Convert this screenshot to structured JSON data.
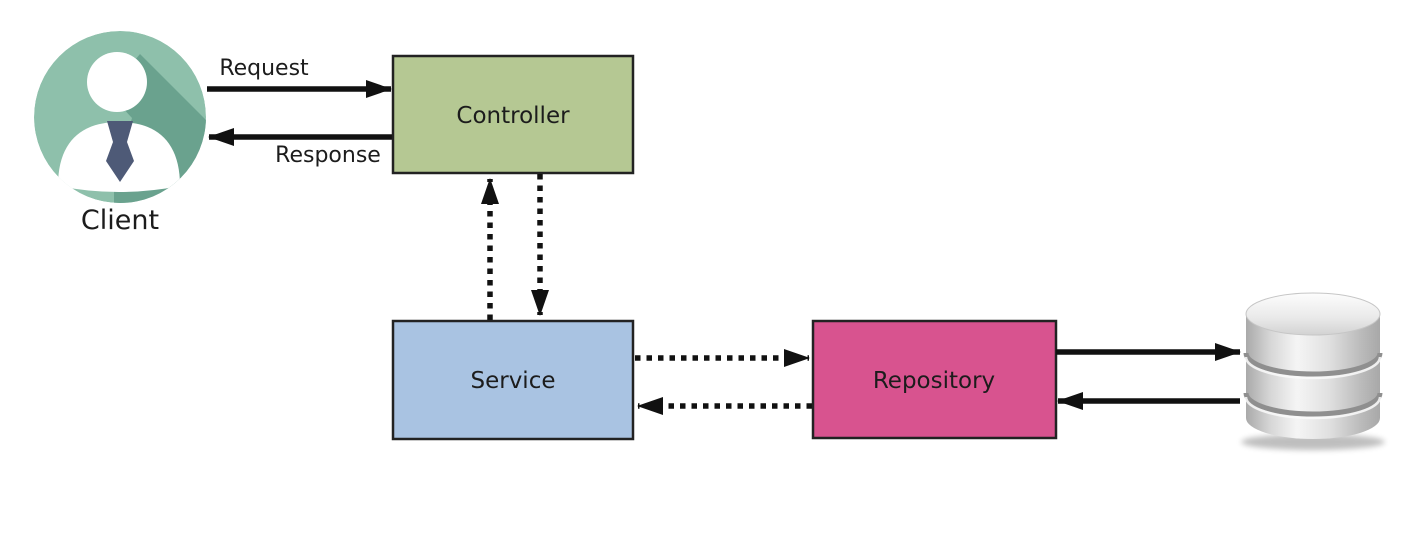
{
  "diagram": {
    "type": "architecture-diagram",
    "background": "#ffffff",
    "text_color": "#1c1c1c",
    "arrow_color": "#111111",
    "nodes": {
      "client": {
        "label": "Client",
        "icon": "person-avatar-icon",
        "colors": {
          "circle": "#8ec0ab",
          "shadow": "#6aa28e",
          "figure": "#ffffff",
          "tie": "#4e5a77"
        }
      },
      "controller": {
        "label": "Controller",
        "fill": "#b5c893",
        "border": "#222222"
      },
      "service": {
        "label": "Service",
        "fill": "#a9c3e2",
        "border": "#222222"
      },
      "repository": {
        "label": "Repository",
        "fill": "#d8538f",
        "border": "#222222"
      },
      "database": {
        "icon": "database-cylinder-icon",
        "colors": {
          "body_light": "#f4f4f4",
          "body_dark": "#a9a9a9",
          "groove": "#8f8f8f"
        }
      }
    },
    "edges": {
      "request": {
        "from": "client",
        "to": "controller",
        "label": "Request",
        "style": "solid"
      },
      "response": {
        "from": "controller",
        "to": "client",
        "label": "Response",
        "style": "solid"
      },
      "service_to_controller": {
        "from": "service",
        "to": "controller",
        "label": "",
        "style": "dashed"
      },
      "controller_to_service": {
        "from": "controller",
        "to": "service",
        "label": "",
        "style": "dashed"
      },
      "service_to_repository": {
        "from": "service",
        "to": "repository",
        "label": "",
        "style": "dashed"
      },
      "repository_to_service": {
        "from": "repository",
        "to": "service",
        "label": "",
        "style": "dashed"
      },
      "repository_to_database": {
        "from": "repository",
        "to": "database",
        "label": "",
        "style": "solid"
      },
      "database_to_repository": {
        "from": "database",
        "to": "repository",
        "label": "",
        "style": "solid"
      }
    }
  }
}
